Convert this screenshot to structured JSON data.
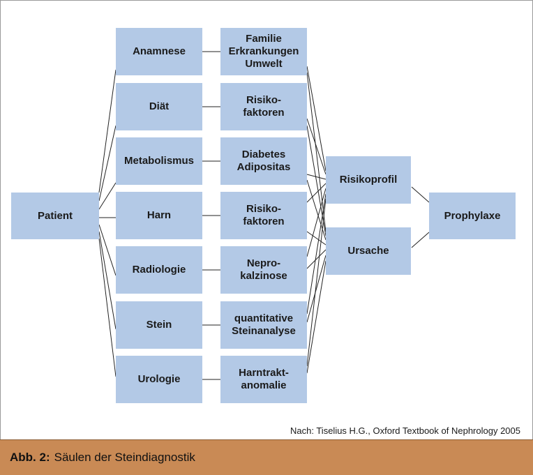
{
  "nodes": {
    "patient": "Patient",
    "col1": [
      "Anamnese",
      "Diät",
      "Metabolismus",
      "Harn",
      "Radiologie",
      "Stein",
      "Urologie"
    ],
    "col2": [
      "Familie\nErkrankungen\nUmwelt",
      "Risiko-\nfaktoren",
      "Diabetes\nAdipositas",
      "Risiko-\nfaktoren",
      "Nepro-\nkalzinose",
      "quantitative\nSteinanalyse",
      "Harntrakt-\nanomalie"
    ],
    "risk": "Risikoprofil",
    "cause": "Ursache",
    "prophylaxis": "Prophylaxe"
  },
  "source_note": "Nach: Tiselius H.G., Oxford Textbook of Nephrology 2005",
  "caption": {
    "label": "Abb. 2:",
    "text": "Säulen der Steindiagnostik"
  }
}
